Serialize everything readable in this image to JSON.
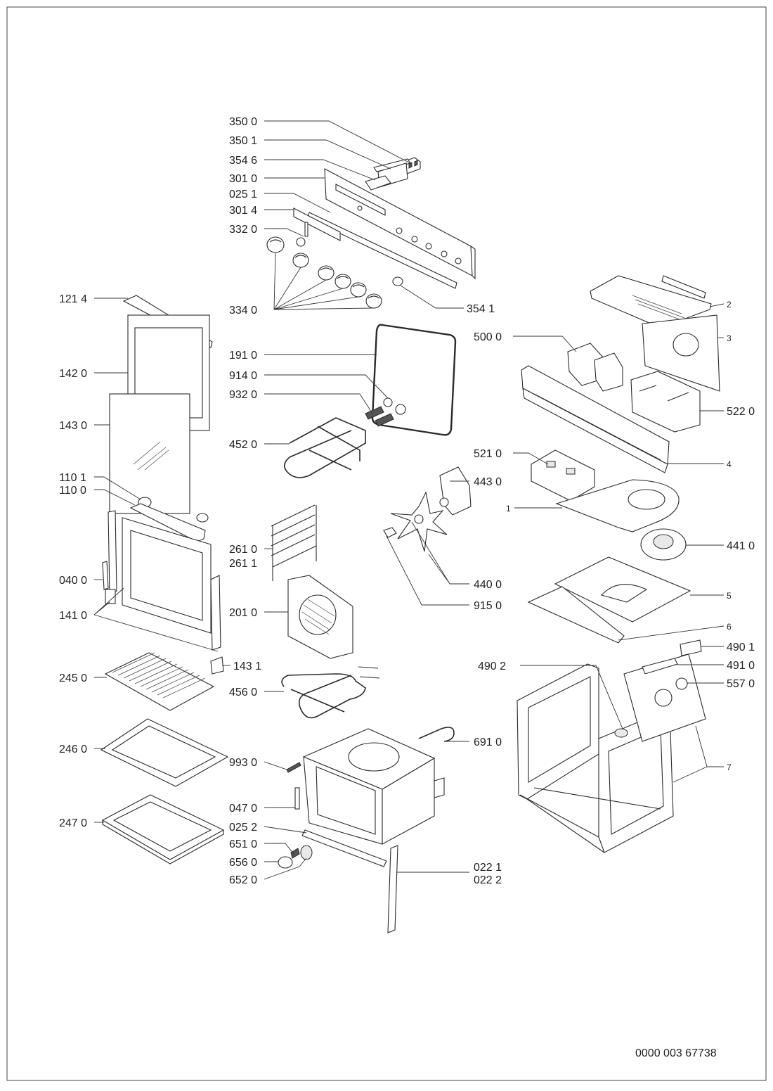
{
  "diagram": {
    "doc_number": "0000 003 67738",
    "labels": {
      "l3500": "350 0",
      "l3501": "350 1",
      "l3546": "354 6",
      "l3010": "301 0",
      "l0251": "025 1",
      "l3014": "301 4",
      "l3320": "332 0",
      "l3340": "334 0",
      "l3541": "354 1",
      "l1214": "121 4",
      "l1420": "142 0",
      "l1430": "143 0",
      "l1101": "110 1",
      "l1100": "110 0",
      "l0400": "040 0",
      "l1410": "141 0",
      "l1910": "191 0",
      "l9140": "914 0",
      "l9320": "932 0",
      "l4520": "452 0",
      "l2610": "261 0",
      "l2611": "261 1",
      "l2010": "201 0",
      "l1431": "143 1",
      "l2450": "245 0",
      "l4560": "456 0",
      "l2460": "246 0",
      "l9930": "993 0",
      "l2470": "247 0",
      "l0470": "047 0",
      "l0252": "025 2",
      "l6510": "651 0",
      "l6560": "656 0",
      "l6520": "652 0",
      "l0221": "022 1",
      "l0222": "022 2",
      "l6910": "691 0",
      "l5000": "500 0",
      "l5220": "522 0",
      "l5210": "521 0",
      "l4430": "443 0",
      "l4410": "441 0",
      "l4400": "440 0",
      "l9150": "915 0",
      "l4901": "490 1",
      "l4902": "490 2",
      "l4910": "491 0",
      "l5570": "557 0",
      "n1": "1",
      "n2": "2",
      "n3": "3",
      "n4": "4",
      "n5": "5",
      "n6": "6",
      "n7": "7"
    }
  }
}
